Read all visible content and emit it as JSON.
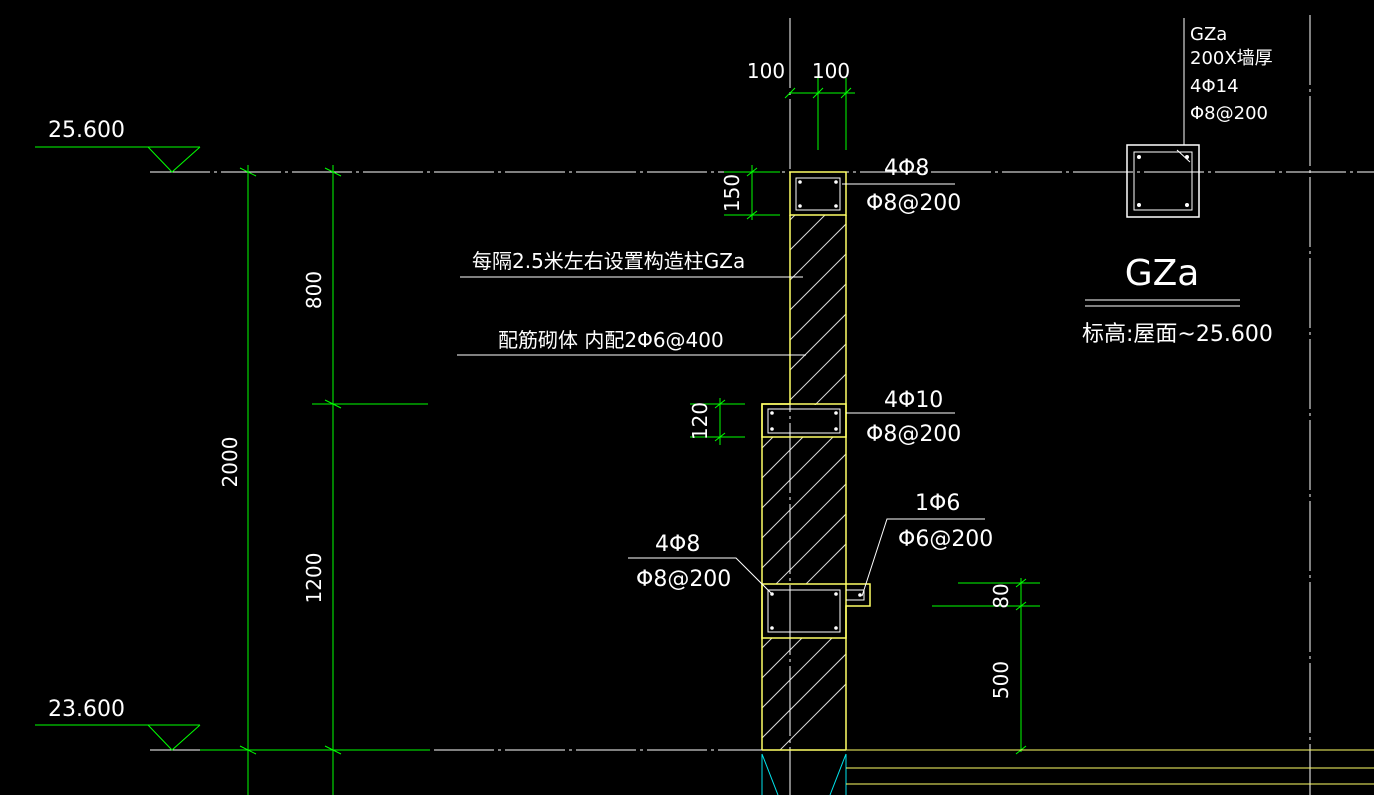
{
  "colors": {
    "background": "#000000",
    "dimension_line": "#00ff00",
    "text": "#ffffff",
    "column_outline": "#ffff66",
    "axis_line": "#ffffff",
    "rebar_box": "#ffffff",
    "cyan": "#00e5ee"
  },
  "elevations": {
    "top": "25.600",
    "bottom": "23.600"
  },
  "dimensions": {
    "total_height": "2000",
    "upper_segment": "800",
    "lower_segment": "1200",
    "top_left_width": "100",
    "top_right_width": "100",
    "top_beam_height": "150",
    "mid_beam_height": "120",
    "ledge_height": "80",
    "ledge_elevation": "500"
  },
  "annotations": {
    "gz_note": "每隔2.5米左右设置构造柱GZa",
    "masonry_note": "配筋砌体   内配2Φ6@400",
    "top_beam_main": "4Φ8",
    "top_beam_stirrup": "Φ8@200",
    "mid_beam_main": "4Φ10",
    "mid_beam_stirrup": "Φ8@200",
    "bottom_beam_main": "4Φ8",
    "bottom_beam_stirrup": "Φ8@200",
    "ledge_main": "1Φ6",
    "ledge_stirrup": "Φ6@200"
  },
  "column_detail": {
    "name_small": "GZa",
    "size": "200X墙厚",
    "main_bar": "4Φ14",
    "stirrup": "Φ8@200",
    "title": "GZa",
    "elevation_label": "标高:屋面~25.600"
  }
}
